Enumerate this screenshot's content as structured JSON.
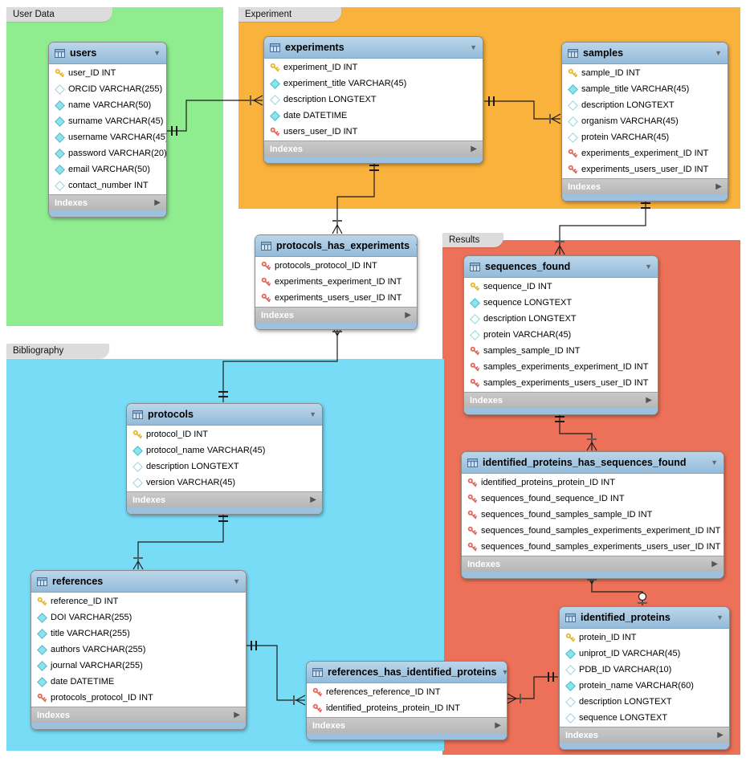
{
  "regions": [
    {
      "label": "User Data",
      "color": "#8FED8F"
    },
    {
      "label": "Experiment",
      "color": "#F9B23C"
    },
    {
      "label": "Results",
      "color": "#EC7158"
    },
    {
      "label": "Bibliography",
      "color": "#79DCF7"
    }
  ],
  "labels": {
    "indexes": "Indexes",
    "collapse_glyph": "▼",
    "indexes_arrow_glyph": "▶"
  },
  "colors": {
    "table_header": "#A5C6E0",
    "indexes_bar": "#BFBFBF",
    "pk_key": "#E8B830",
    "fk_key": "#E2695B",
    "notnull_diamond": "#8CE3EC",
    "region_tab": "#DCDCDC",
    "connector": "#1C1C1C"
  },
  "tables": [
    {
      "name": "users",
      "fields": [
        {
          "icon": "pk",
          "label": "user_ID INT"
        },
        {
          "icon": "open",
          "label": "ORCID VARCHAR(255)"
        },
        {
          "icon": "filled",
          "label": "name VARCHAR(50)"
        },
        {
          "icon": "filled",
          "label": "surname VARCHAR(45)"
        },
        {
          "icon": "filled",
          "label": "username VARCHAR(45)"
        },
        {
          "icon": "filled",
          "label": "password VARCHAR(20)"
        },
        {
          "icon": "filled",
          "label": "email VARCHAR(50)"
        },
        {
          "icon": "open",
          "label": "contact_number INT"
        }
      ]
    },
    {
      "name": "experiments",
      "fields": [
        {
          "icon": "pk",
          "label": "experiment_ID INT"
        },
        {
          "icon": "filled",
          "label": "experiment_title VARCHAR(45)"
        },
        {
          "icon": "open",
          "label": "description LONGTEXT"
        },
        {
          "icon": "filled",
          "label": "date DATETIME"
        },
        {
          "icon": "fk",
          "label": "users_user_ID INT"
        }
      ]
    },
    {
      "name": "samples",
      "fields": [
        {
          "icon": "pk",
          "label": "sample_ID INT"
        },
        {
          "icon": "filled",
          "label": "sample_title VARCHAR(45)"
        },
        {
          "icon": "open",
          "label": "description LONGTEXT"
        },
        {
          "icon": "open",
          "label": "organism VARCHAR(45)"
        },
        {
          "icon": "open",
          "label": "protein VARCHAR(45)"
        },
        {
          "icon": "fk",
          "label": "experiments_experiment_ID INT"
        },
        {
          "icon": "fk",
          "label": "experiments_users_user_ID INT"
        }
      ]
    },
    {
      "name": "protocols_has_experiments",
      "fields": [
        {
          "icon": "fk",
          "label": "protocols_protocol_ID INT"
        },
        {
          "icon": "fk",
          "label": "experiments_experiment_ID INT"
        },
        {
          "icon": "fk",
          "label": "experiments_users_user_ID INT"
        }
      ]
    },
    {
      "name": "sequences_found",
      "fields": [
        {
          "icon": "pk",
          "label": "sequence_ID INT"
        },
        {
          "icon": "filled",
          "label": "sequence LONGTEXT"
        },
        {
          "icon": "open",
          "label": "description LONGTEXT"
        },
        {
          "icon": "open",
          "label": "protein VARCHAR(45)"
        },
        {
          "icon": "fk",
          "label": "samples_sample_ID INT"
        },
        {
          "icon": "fk",
          "label": "samples_experiments_experiment_ID INT"
        },
        {
          "icon": "fk",
          "label": "samples_experiments_users_user_ID INT"
        }
      ]
    },
    {
      "name": "identified_proteins_has_sequences_found",
      "fields": [
        {
          "icon": "fk",
          "label": "identified_proteins_protein_ID INT"
        },
        {
          "icon": "fk",
          "label": "sequences_found_sequence_ID INT"
        },
        {
          "icon": "fk",
          "label": "sequences_found_samples_sample_ID INT"
        },
        {
          "icon": "fk",
          "label": "sequences_found_samples_experiments_experiment_ID INT"
        },
        {
          "icon": "fk",
          "label": "sequences_found_samples_experiments_users_user_ID INT"
        }
      ]
    },
    {
      "name": "protocols",
      "fields": [
        {
          "icon": "pk",
          "label": "protocol_ID INT"
        },
        {
          "icon": "filled",
          "label": "protocol_name VARCHAR(45)"
        },
        {
          "icon": "open",
          "label": "description LONGTEXT"
        },
        {
          "icon": "open",
          "label": "version VARCHAR(45)"
        }
      ]
    },
    {
      "name": "references",
      "fields": [
        {
          "icon": "pk",
          "label": "reference_ID INT"
        },
        {
          "icon": "filled",
          "label": "DOI VARCHAR(255)"
        },
        {
          "icon": "filled",
          "label": "title VARCHAR(255)"
        },
        {
          "icon": "filled",
          "label": "authors VARCHAR(255)"
        },
        {
          "icon": "filled",
          "label": "journal VARCHAR(255)"
        },
        {
          "icon": "filled",
          "label": "date DATETIME"
        },
        {
          "icon": "fk",
          "label": "protocols_protocol_ID INT"
        }
      ]
    },
    {
      "name": "references_has_identified_proteins",
      "fields": [
        {
          "icon": "fk",
          "label": "references_reference_ID INT"
        },
        {
          "icon": "fk",
          "label": "identified_proteins_protein_ID INT"
        }
      ]
    },
    {
      "name": "identified_proteins",
      "fields": [
        {
          "icon": "pk",
          "label": "protein_ID INT"
        },
        {
          "icon": "filled",
          "label": "uniprot_ID VARCHAR(45)"
        },
        {
          "icon": "open",
          "label": "PDB_ID VARCHAR(10)"
        },
        {
          "icon": "filled",
          "label": "protein_name VARCHAR(60)"
        },
        {
          "icon": "open",
          "label": "description LONGTEXT"
        },
        {
          "icon": "open",
          "label": "sequence LONGTEXT"
        }
      ]
    }
  ],
  "relationships": [
    {
      "from": "users",
      "to": "experiments",
      "cardinality": "1:n"
    },
    {
      "from": "experiments",
      "to": "samples",
      "cardinality": "1:n"
    },
    {
      "from": "experiments",
      "to": "protocols_has_experiments",
      "cardinality": "1:n"
    },
    {
      "from": "samples",
      "to": "sequences_found",
      "cardinality": "1:n"
    },
    {
      "from": "sequences_found",
      "to": "identified_proteins_has_sequences_found",
      "cardinality": "1:n"
    },
    {
      "from": "identified_proteins",
      "to": "identified_proteins_has_sequences_found",
      "cardinality": "0..1:n"
    },
    {
      "from": "protocols",
      "to": "protocols_has_experiments",
      "cardinality": "1:n"
    },
    {
      "from": "protocols",
      "to": "references",
      "cardinality": "1:n"
    },
    {
      "from": "references",
      "to": "references_has_identified_proteins",
      "cardinality": "1:n"
    },
    {
      "from": "identified_proteins",
      "to": "references_has_identified_proteins",
      "cardinality": "1:n"
    }
  ]
}
